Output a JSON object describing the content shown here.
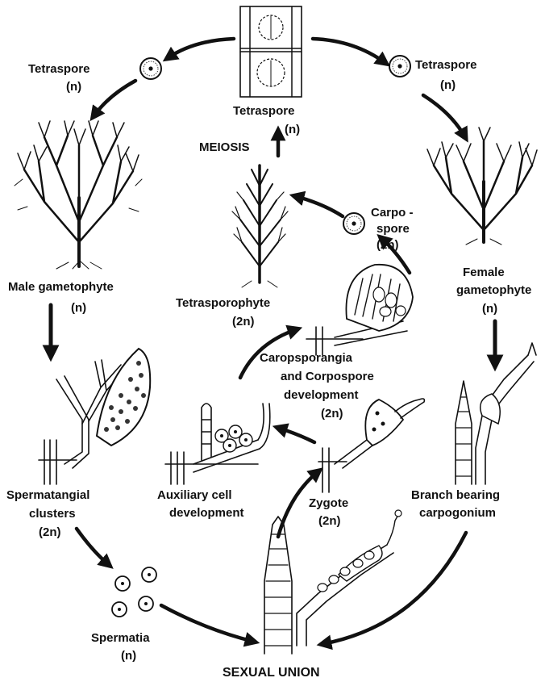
{
  "labels": {
    "tetraspore_left": "Tetraspore",
    "tetraspore_left_ploidy": "(n)",
    "tetraspore_right": "Tetraspore",
    "tetraspore_right_ploidy": "(n)",
    "tetraspore_center": "Tetraspore",
    "tetraspore_center_ploidy": "(n)",
    "meiosis": "MEIOSIS",
    "carpospore_line1": "Carpo -",
    "carpospore_line2": "spore",
    "carpospore_ploidy": "(2n)",
    "male_gametophyte": "Male gametophyte",
    "male_gametophyte_ploidy": "(n)",
    "tetrasporophyte": "Tetrasporophyte",
    "tetrasporophyte_ploidy": "(2n)",
    "female_line1": "Female",
    "female_line2": "gametophyte",
    "female_ploidy": "(n)",
    "carposporangia_line1": "Caropsporangia",
    "carposporangia_line2": "and Corpospore",
    "carposporangia_line3": "development",
    "carposporangia_ploidy": "(2n)",
    "spermatangial_line1": "Spermatangial",
    "spermatangial_line2": "clusters",
    "spermatangial_ploidy": "(2n)",
    "auxiliary_line1": "Auxiliary cell",
    "auxiliary_line2": "development",
    "zygote": "Zygote",
    "zygote_ploidy": "(2n)",
    "branch_line1": "Branch bearing",
    "branch_line2": "carpogonium",
    "spermatia": "Spermatia",
    "spermatia_ploidy": "(n)",
    "sexual_union": "SEXUAL UNION"
  },
  "colors": {
    "ink": "#111111",
    "paper": "#ffffff"
  }
}
